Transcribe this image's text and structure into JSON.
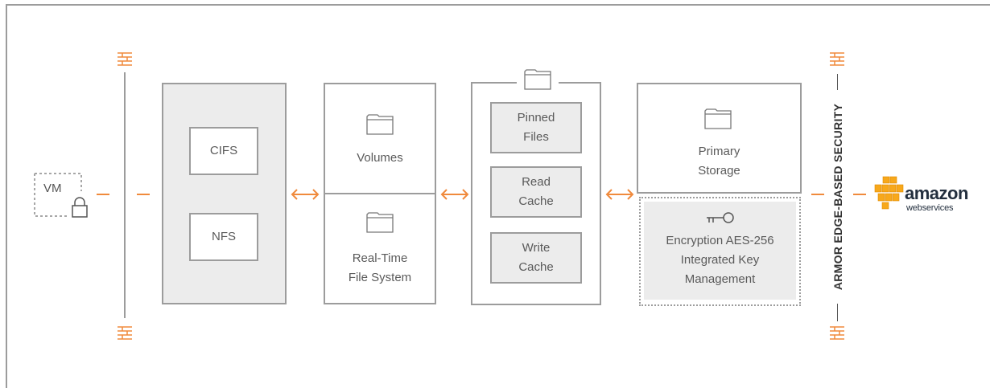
{
  "vm": {
    "label": "VM"
  },
  "protocols": {
    "cifs": "CIFS",
    "nfs": "NFS"
  },
  "volumes": {
    "label": "Volumes"
  },
  "file_system": {
    "label": "Real-Time\nFile System"
  },
  "cache": {
    "pinned": "Pinned\nFiles",
    "read": "Read\nCache",
    "write": "Write\nCache"
  },
  "primary": {
    "label": "Primary\nStorage"
  },
  "encryption": {
    "label": "Encryption AES-256\nIntegrated Key\nManagement"
  },
  "security": {
    "label": "ARMOR EDGE-BASED SECURITY"
  },
  "aws": {
    "brand": "amazon",
    "sub": "webservices"
  },
  "colors": {
    "accent": "#f08a3c",
    "line": "#9c9c9c",
    "fill": "#ececec",
    "aws_orange": "#f7a81b"
  }
}
